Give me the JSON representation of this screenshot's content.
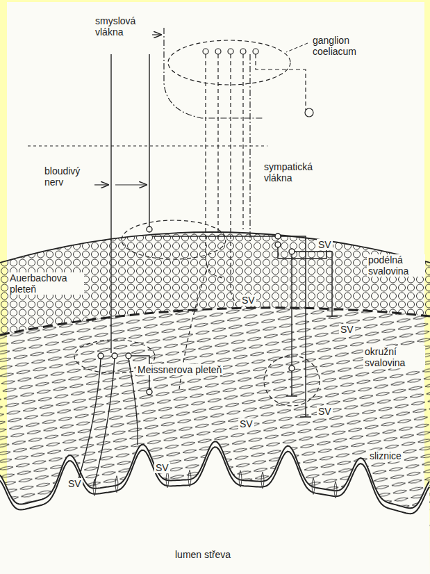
{
  "diagram": {
    "labels": [
      "smyslová vlákna",
      "ganglion coeliacum",
      "bloudivý nerv",
      "sympatická vlákna",
      "SV",
      "podélná svalovina",
      "Auerbachova pleteň",
      "SV",
      "SV",
      "Meissnerova pleteň",
      "okružní svalovina",
      "SV",
      "SV",
      "sliznice",
      "SV",
      "SV",
      "lumen střeva"
    ]
  }
}
